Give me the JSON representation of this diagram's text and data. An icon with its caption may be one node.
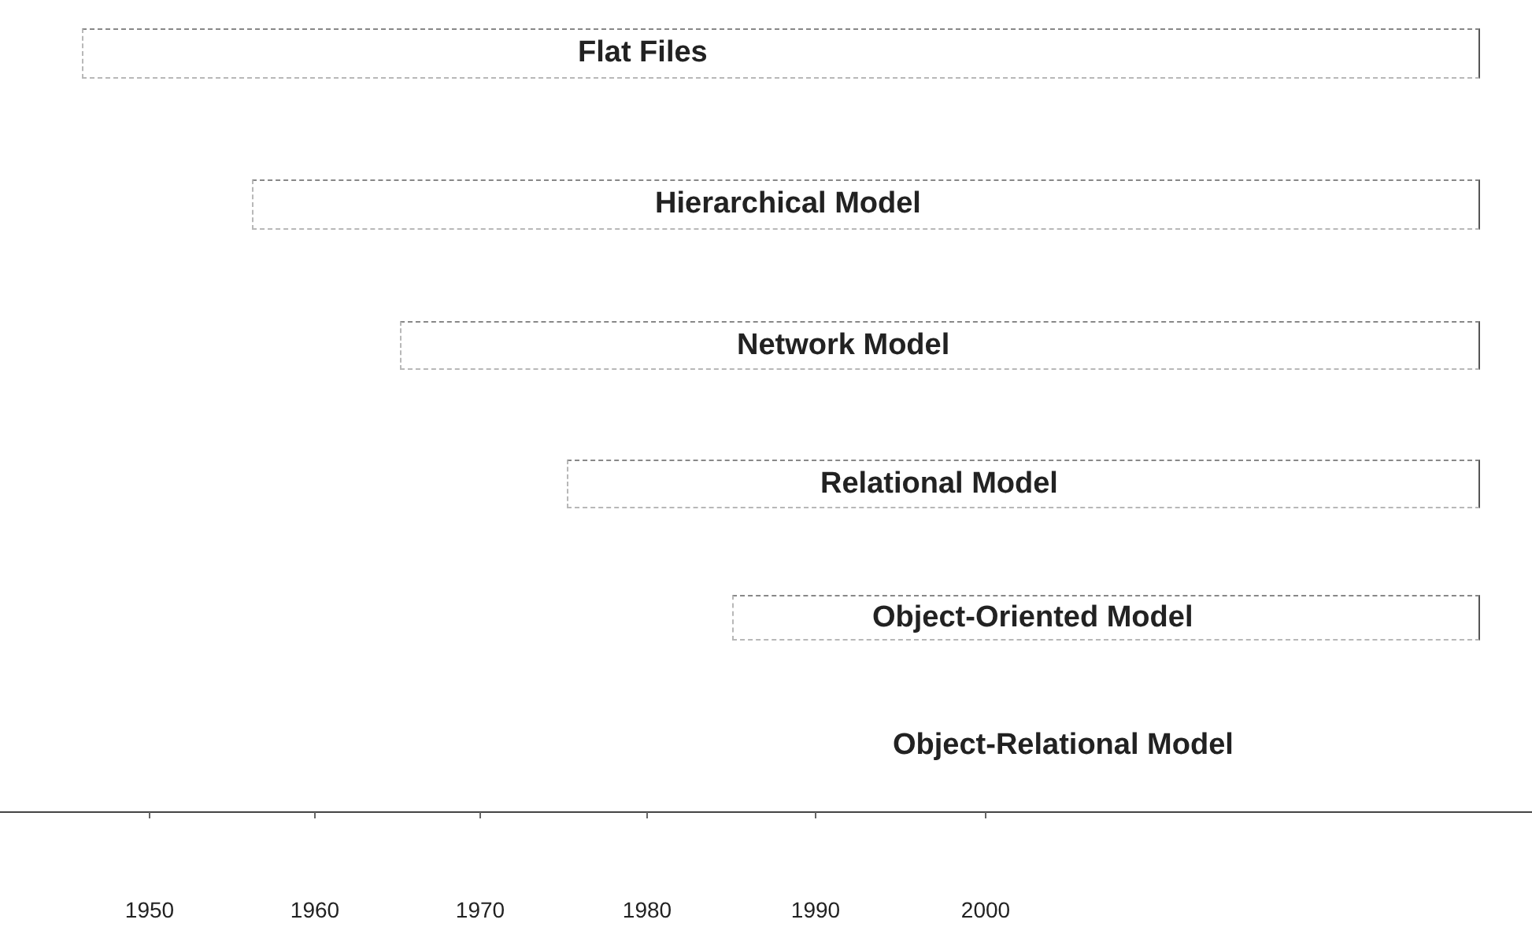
{
  "diagram": {
    "nodes": [
      {
        "text": [
          "Flat Files"
        ]
      },
      {
        "text": [
          "Hierarchical Model"
        ]
      },
      {
        "text": [
          "Network Model"
        ]
      },
      {
        "text": [
          "Relational Model"
        ]
      },
      {
        "text": [
          "Object-Oriented Model"
        ]
      }
    ],
    "labels": [
      "Object-Relational Model",
      "1950",
      "1960",
      "1970",
      "1980",
      "1990",
      "2000"
    ]
  }
}
